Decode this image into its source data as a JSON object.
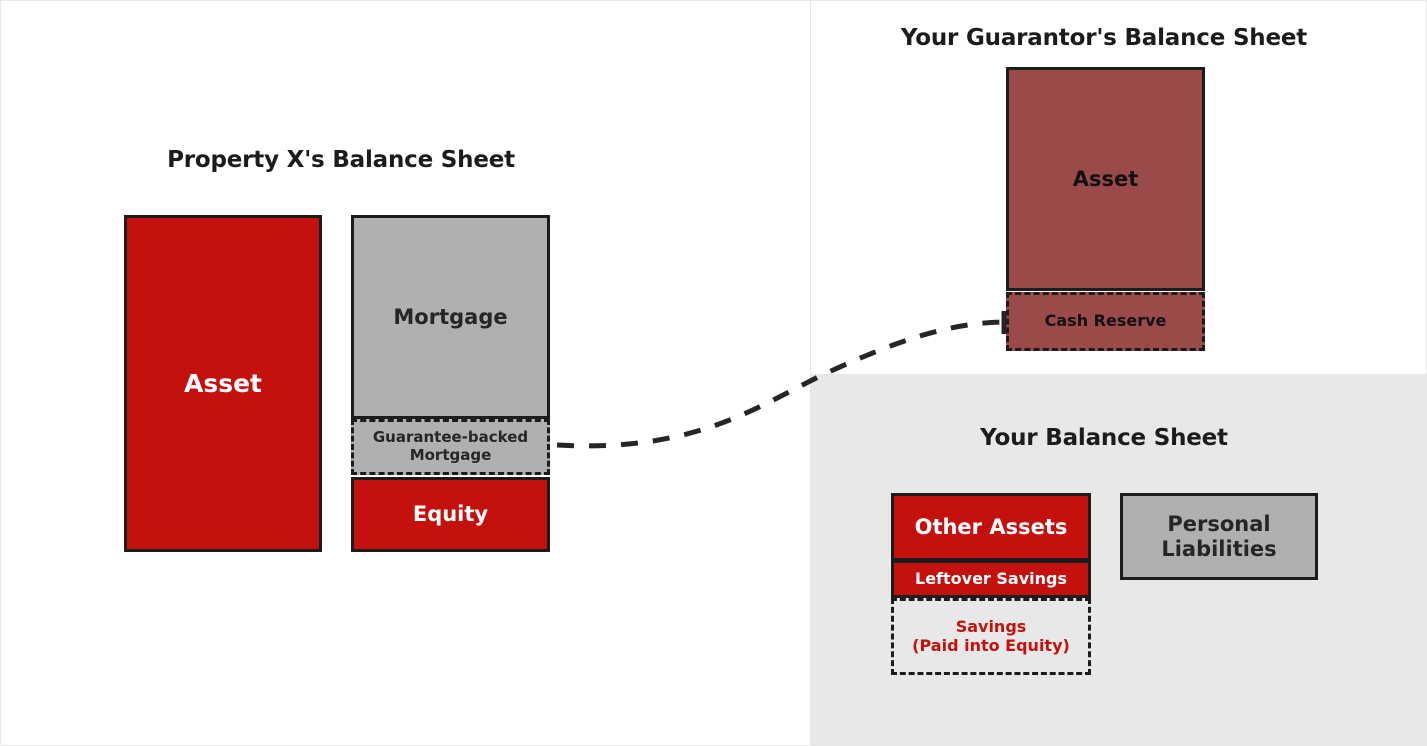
{
  "diagram": {
    "title_property": "Property X's Balance Sheet",
    "title_guarantor": "Your Guarantor's Balance Sheet",
    "title_yours": "Your Balance Sheet",
    "colors": {
      "red": "#c4110e",
      "gray": "#b0b0b0",
      "brick": "#9b4a4a",
      "panel_bg": "#e8e8e8",
      "outline": "#1c1c1c",
      "text_dark": "#262626",
      "text_white": "#ffffff"
    },
    "property_panel": {
      "asset_label": "Asset",
      "mortgage_label": "Mortgage",
      "guarantee_backed_label": "Guarantee-backed Mortgage",
      "guarantee_backed_line1": "Guarantee-backed",
      "guarantee_backed_line2": "Mortgage",
      "equity_label": "Equity"
    },
    "guarantor_panel": {
      "asset_label": "Asset",
      "cash_reserve_label": "Cash Reserve"
    },
    "your_panel": {
      "other_assets_label": "Other Assets",
      "leftover_savings_label": "Leftover Savings",
      "savings_line1": "Savings",
      "savings_line2": "(Paid into Equity)",
      "personal_liabilities_line1": "Personal",
      "personal_liabilities_line2": "Liabilities"
    }
  }
}
